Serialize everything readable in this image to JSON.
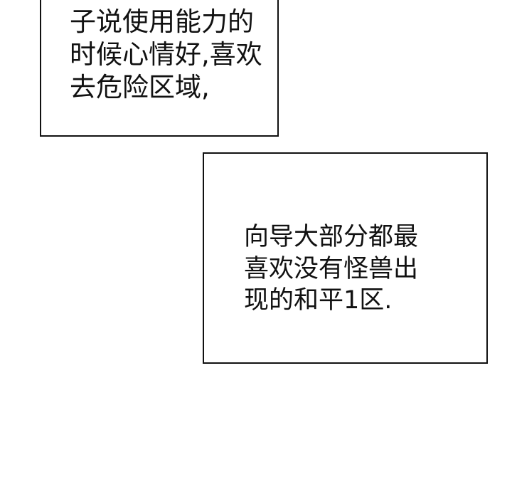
{
  "panels": [
    {
      "lines": [
        "子说使用能力的",
        "时候心情好,喜欢",
        "去危险区域,"
      ]
    },
    {
      "lines": [
        "向导大部分都最",
        "喜欢没有怪兽出",
        "现的和平1区."
      ]
    }
  ],
  "colors": {
    "background": "#ffffff",
    "border": "#111111",
    "text": "#111111"
  }
}
